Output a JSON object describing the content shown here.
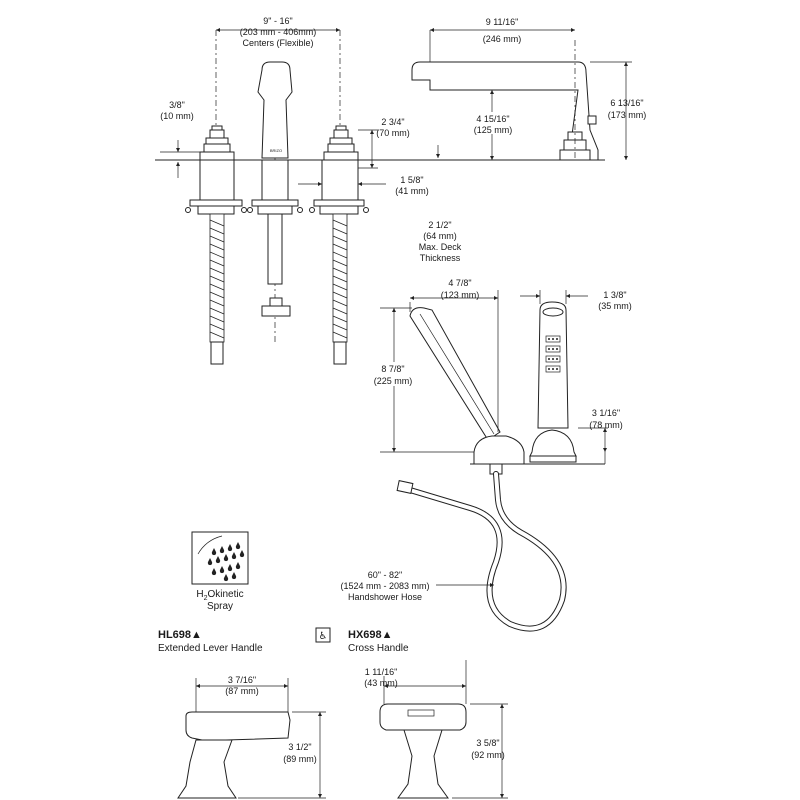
{
  "diagram": {
    "dimensions": {
      "centers_in": "9\" - 16\"",
      "centers_mm": "(203 mm - 406mm)",
      "centers_note": "Centers (Flexible)",
      "stem_in": "3/8\"",
      "stem_mm": "(10 mm)",
      "valve_h_in": "2 3/4\"",
      "valve_h_mm": "(70 mm)",
      "valve_w_in": "1 5/8\"",
      "valve_w_mm": "(41 mm)",
      "deck_in": "2 1/2\"",
      "deck_mm": "(64 mm)",
      "deck_note1": "Max. Deck",
      "deck_note2": "Thickness",
      "spout_reach_in": "9 11/16\"",
      "spout_reach_mm": "(246 mm)",
      "spout_clear_in": "4 15/16\"",
      "spout_clear_mm": "(125 mm)",
      "spout_h_in": "6 13/16\"",
      "spout_h_mm": "(173 mm)",
      "hs_offset_in": "4 7/8\"",
      "hs_offset_mm": "(123 mm)",
      "hs_w_in": "1 3/8\"",
      "hs_w_mm": "(35 mm)",
      "hs_h_in": "8 7/8\"",
      "hs_h_mm": "(225 mm)",
      "hs_base_in": "3 1/16\"",
      "hs_base_mm": "(78 mm)",
      "hose_in": "60\" - 82\"",
      "hose_mm": "(1524 mm - 2083 mm)",
      "hose_note": "Handshower Hose",
      "lever_w_in": "3 7/16\"",
      "lever_w_mm": "(87 mm)",
      "lever_h_in": "3 1/2\"",
      "lever_h_mm": "(89 mm)",
      "cross_w_in": "1 11/16\"",
      "cross_w_mm": "(43 mm)",
      "cross_h_in": "3 5/8\"",
      "cross_h_mm": "(92 mm)"
    },
    "h2o": {
      "prefix": "H",
      "sub": "2",
      "rest": "Okinetic",
      "line2": "Spray"
    },
    "handles": {
      "lever_code": "HL698▲",
      "lever_name": "Extended Lever Handle",
      "cross_code": "HX698▲",
      "cross_name": "Cross Handle",
      "ada_symbol": "♿"
    },
    "brand_mark": "BRIZO"
  }
}
